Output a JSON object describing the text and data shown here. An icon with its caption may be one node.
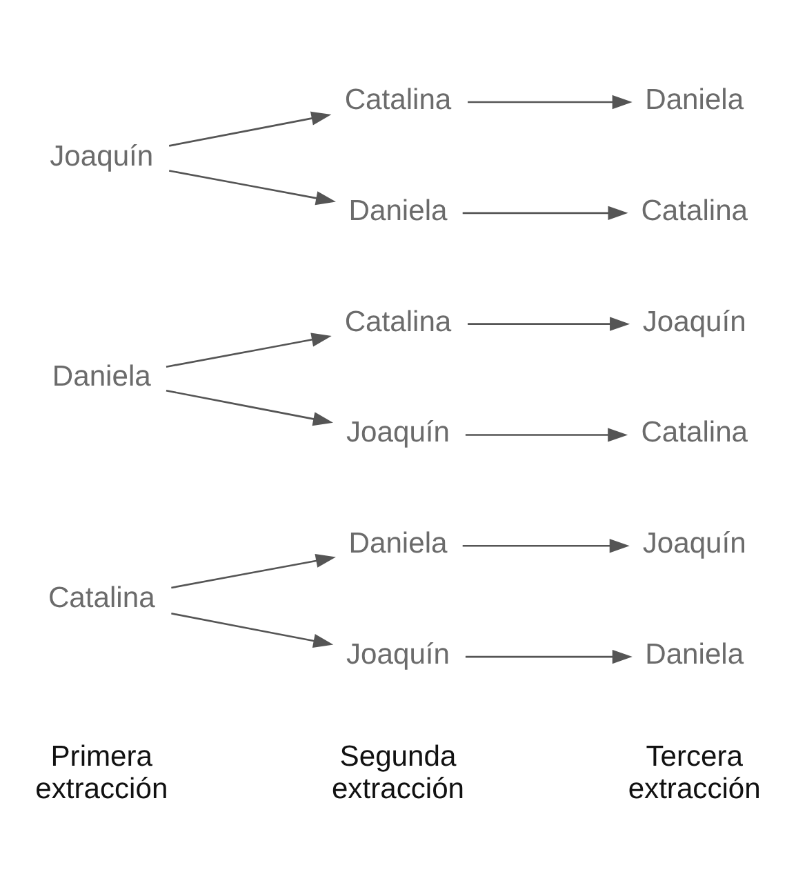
{
  "diagram": {
    "nodes": [
      {
        "text": [
          "Catalina"
        ]
      },
      {
        "text": [
          "Daniela"
        ]
      },
      {
        "text": [
          "Joaquín"
        ]
      },
      {
        "text": [
          "Joaquín"
        ]
      },
      {
        "text": [
          "Daniela"
        ]
      },
      {
        "text": [
          "Daniela"
        ]
      },
      {
        "text": [
          "Catalina"
        ]
      },
      {
        "text": [
          "Joaquín"
        ]
      },
      {
        "text": [
          "Joaquín"
        ]
      },
      {
        "text": [
          "Catalina"
        ]
      },
      {
        "text": [
          "Joaquín"
        ]
      },
      {
        "text": [
          "Catalina"
        ]
      },
      {
        "text": [
          "Daniela"
        ]
      },
      {
        "text": [
          "Daniela"
        ]
      },
      {
        "text": [
          "Catalina"
        ]
      }
    ],
    "edges": [
      {
        "from": 0,
        "to": 1,
        "arrow": "to"
      },
      {
        "from": 1,
        "to": 2,
        "arrow": "to"
      },
      {
        "from": 0,
        "to": 3,
        "arrow": "to"
      },
      {
        "from": 3,
        "to": 4,
        "arrow": "to"
      },
      {
        "from": 5,
        "to": 6,
        "arrow": "to"
      },
      {
        "from": 6,
        "to": 7,
        "arrow": "to"
      },
      {
        "from": 5,
        "to": 8,
        "arrow": "to"
      },
      {
        "from": 8,
        "to": 9,
        "arrow": "to"
      },
      {
        "from": 10,
        "to": 11,
        "arrow": "to"
      },
      {
        "from": 11,
        "to": 12,
        "arrow": "to"
      },
      {
        "from": 10,
        "to": 13,
        "arrow": "to"
      },
      {
        "from": 13,
        "to": 14,
        "arrow": "to"
      }
    ],
    "labels": [
      "Primera extracción",
      "Segunda extracción",
      "Tercera extracción"
    ]
  }
}
